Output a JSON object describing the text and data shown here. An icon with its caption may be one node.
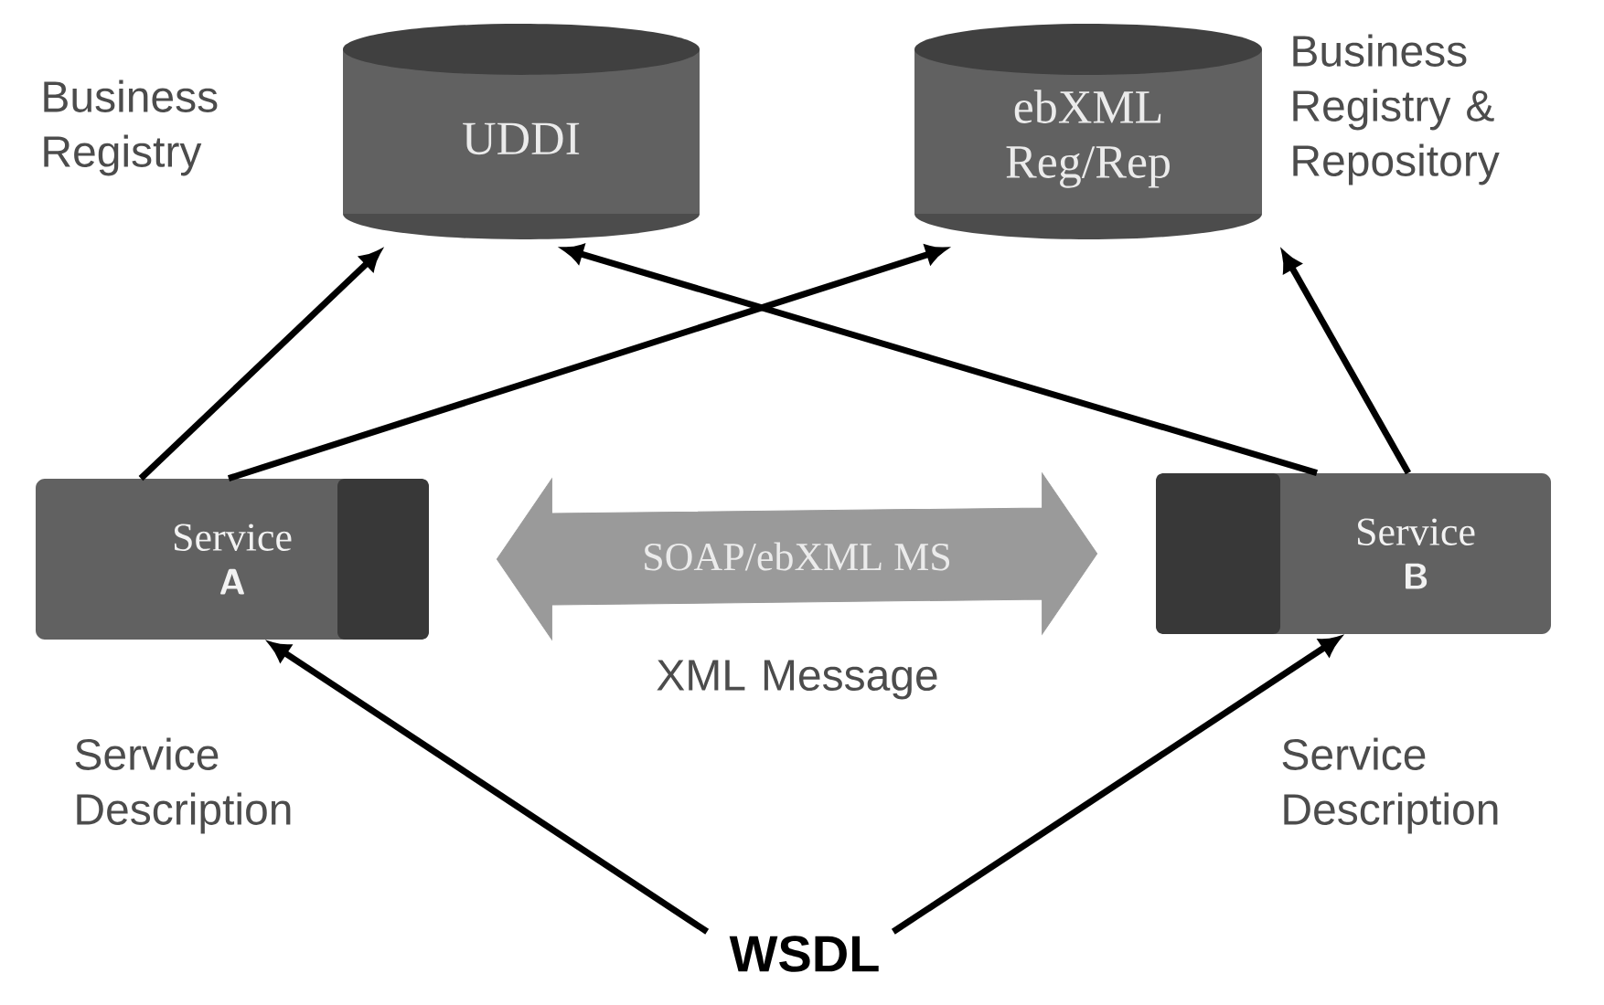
{
  "diagram": {
    "nodes": [
      {
        "text": [
          "UDDI"
        ],
        "beside": [
          "Business Registry"
        ]
      },
      {
        "text": [
          "ebXML Reg/Rep"
        ],
        "beside": [
          "Business Registry & Repository"
        ]
      },
      {
        "text": [
          "Service",
          "A"
        ]
      },
      {
        "text": [
          "Service",
          "B"
        ]
      },
      {
        "text": [
          "WSDL"
        ]
      }
    ],
    "edges": [
      {
        "from": 2,
        "to": 0,
        "arrow": "to"
      },
      {
        "from": 2,
        "to": 1,
        "arrow": "to"
      },
      {
        "from": 3,
        "to": 0,
        "arrow": "to"
      },
      {
        "from": 3,
        "to": 1,
        "arrow": "to"
      },
      {
        "from": 4,
        "to": 2,
        "arrow": "to"
      },
      {
        "from": 4,
        "to": 3,
        "arrow": "to"
      },
      {
        "from": 2,
        "to": 3,
        "arrow": "both",
        "label": "SOAP/ebXML MS",
        "style": "thick",
        "color": "#9a9a9a"
      }
    ],
    "labels": [
      "XML Message",
      "Service Description",
      "Service Description"
    ]
  }
}
